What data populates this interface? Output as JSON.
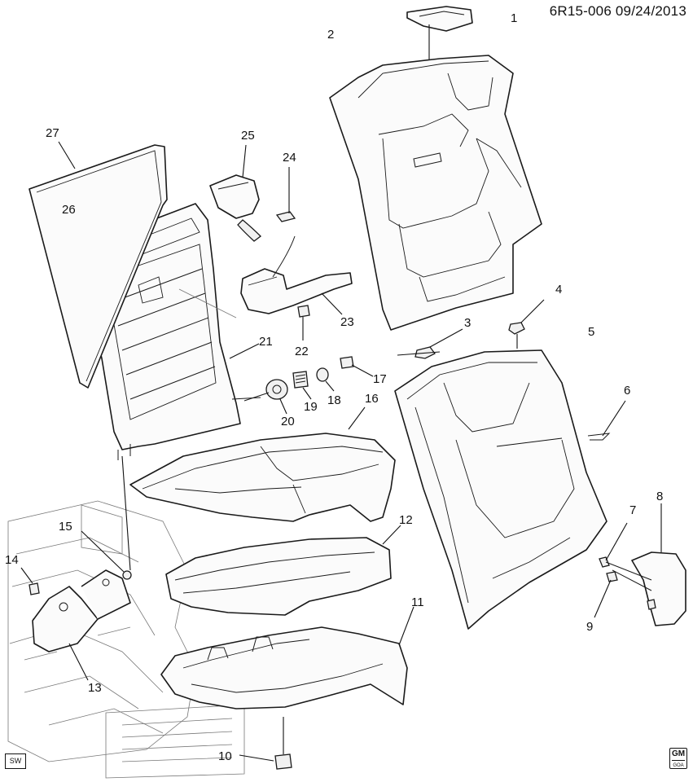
{
  "header": {
    "diagram_id": "6R15-006",
    "date": "09/24/2013"
  },
  "badges": {
    "left": "SW",
    "right_main": "GM",
    "right_sub": "GOA"
  },
  "callouts": [
    "1",
    "2",
    "3",
    "4",
    "5",
    "6",
    "7",
    "8",
    "9",
    "10",
    "11",
    "12",
    "13",
    "14",
    "15",
    "16",
    "17",
    "18",
    "19",
    "20",
    "21",
    "22",
    "23",
    "24",
    "25",
    "26",
    "27"
  ]
}
